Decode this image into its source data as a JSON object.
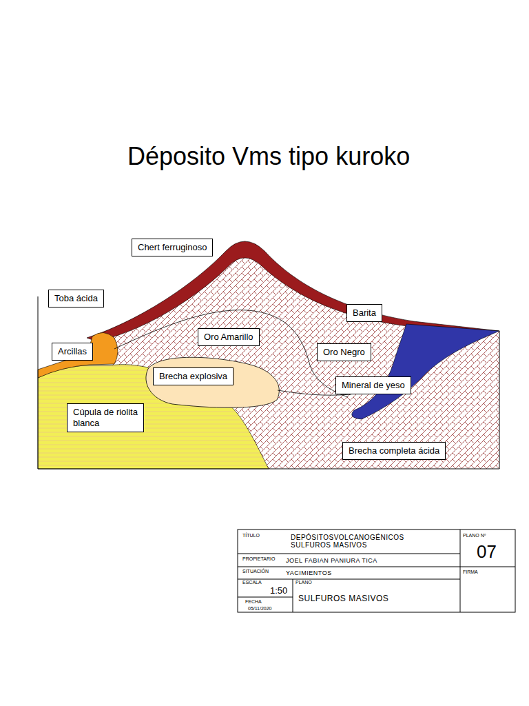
{
  "diagram": {
    "title": "Déposito Vms tipo kuroko",
    "nodes": [
      {
        "text": [
          "Chert ferruginoso"
        ]
      },
      {
        "text": [
          "Toba ácida"
        ]
      },
      {
        "text": [
          "Barita"
        ]
      },
      {
        "text": [
          "Oro Amarillo"
        ]
      },
      {
        "text": [
          "Arcillas"
        ]
      },
      {
        "text": [
          "Oro Negro"
        ]
      },
      {
        "text": [
          "Brecha explosiva"
        ]
      },
      {
        "text": [
          "Mineral de yeso"
        ]
      },
      {
        "text": [
          "Cúpula de riolita blanca"
        ]
      },
      {
        "text": [
          "Brecha completa ácida"
        ]
      }
    ],
    "labels": [
      "TÍTULO",
      "DEPÓSITOSVOLCANOGÉNICOS SULFUROS MASIVOS",
      "PLANO Nº",
      "07",
      "PROPIETARIO",
      "JOEL FABIAN PANIURA TICA",
      "FIRMA",
      "SITUACIÓN",
      "YACIMIENTOS",
      "ESCALA",
      "PLANO",
      "1:50",
      "SULFUROS MASIVOS",
      "FECHA",
      "05/11/2020"
    ]
  }
}
